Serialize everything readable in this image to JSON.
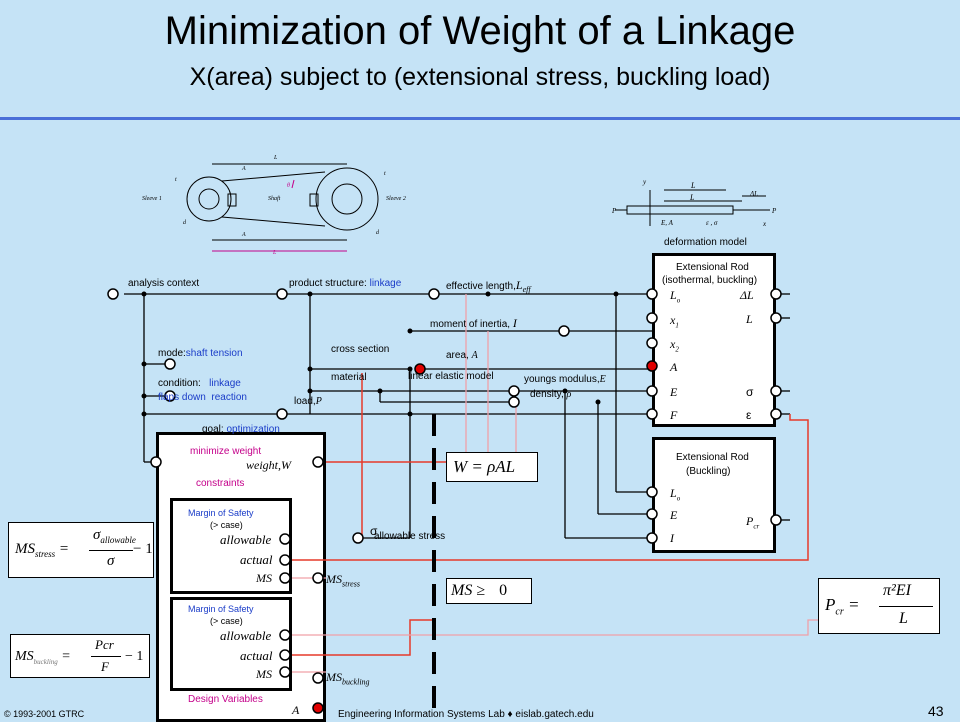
{
  "title": "Minimization of Weight of a Linkage",
  "subtitle": "X(area) subject to (extensional stress, buckling load)",
  "sketch": {
    "sleeve1": "Sleeve 1",
    "sleeve2": "Sleeve 2",
    "shaft": "Shaft",
    "L": "L",
    "A1": "A",
    "A2": "A",
    "Leff": "L",
    "dm": "d",
    "ds1": "t",
    "ds2": "t",
    "dd1": "d",
    "dd2": "d",
    "theta": "θ"
  },
  "deform": {
    "y": "y",
    "L": "L",
    "Leff": "L",
    "dL": "ΔL",
    "P1": "P",
    "P2": "P",
    "EA": "E, A",
    "eps": "ε , σ",
    "x": "x",
    "caption": "deformation model"
  },
  "labels": {
    "analysis_context": "analysis context",
    "product_structure": "product structure:",
    "linkage": "linkage",
    "effective_length": "effective length,",
    "Leff": "L",
    "moi": "moment of inertia,",
    "I": "I",
    "mode": "mode:",
    "shaft_tension": "shaft tension",
    "cross_section": "cross section",
    "area": "area,",
    "A": "A",
    "condition": "condition:",
    "flaps_down": "flaps down",
    "linkage2": "linkage",
    "reaction": "reaction",
    "material": "material",
    "linear_elastic": "linear elastic model",
    "youngs": "youngs modulus,",
    "E": "E",
    "density": "density,",
    "rho": "ρ",
    "load": "load,",
    "P": "P",
    "goal": "goal:",
    "optimization": "optimization",
    "minimize_weight": "minimize weight",
    "weight": "weight,",
    "W": "W",
    "constraints": "constraints",
    "sigma": "σ",
    "allowable_stress": "allowable stress",
    "ms_stress": "MS",
    "ms_stress_sub": "stress",
    "ms_buckling": "MS",
    "ms_buckling_sub": "buckling",
    "design_variables": "Design Variables",
    "A_bottom": "A"
  },
  "rod1": {
    "title": "Extensional Rod",
    "subtitle": "(isothermal, buckling)",
    "left": [
      "L",
      "x",
      "x",
      "A",
      "E",
      "F"
    ],
    "right": [
      "ΔL",
      "L",
      "σ",
      "ε"
    ]
  },
  "rod2": {
    "title": "Extensional Rod",
    "subtitle": "(Buckling)",
    "left": [
      "L",
      "E",
      "I"
    ],
    "right": [
      "P"
    ],
    "right_sub": "cr"
  },
  "mos1": {
    "title": "Margin of Safety",
    "case": "(> case)",
    "allowable": "allowable",
    "actual": "actual",
    "ms": "MS"
  },
  "mos2": {
    "title": "Margin of Safety",
    "case": "(> case)",
    "allowable": "allowable",
    "actual": "actual",
    "ms": "MS"
  },
  "formulas": {
    "weight": "W = ρAL",
    "ms_zero_lhs": "MS ≥",
    "ms_zero_rhs": "0",
    "ms_stress_lhs": "MS",
    "ms_stress_sub": "stress",
    "ms_stress_num": "σ",
    "ms_stress_num_sub": "allowable",
    "ms_stress_den": "σ",
    "ms_stress_tail": "− 1",
    "ms_buckling_lhs": "MS",
    "ms_buckling_sub": "buckling",
    "ms_buckling_num": "Pcr",
    "ms_buckling_den": "F",
    "ms_buckling_tail": "− 1",
    "pcr_lhs": "P",
    "pcr_sub": "cr",
    "pcr_num": "π²EI",
    "pcr_den": "L"
  },
  "footer": {
    "copyright": "© 1993-2001  GTRC",
    "lab": "Engineering Information Systems Lab ♦ eislab.gatech.edu",
    "page": "43"
  }
}
